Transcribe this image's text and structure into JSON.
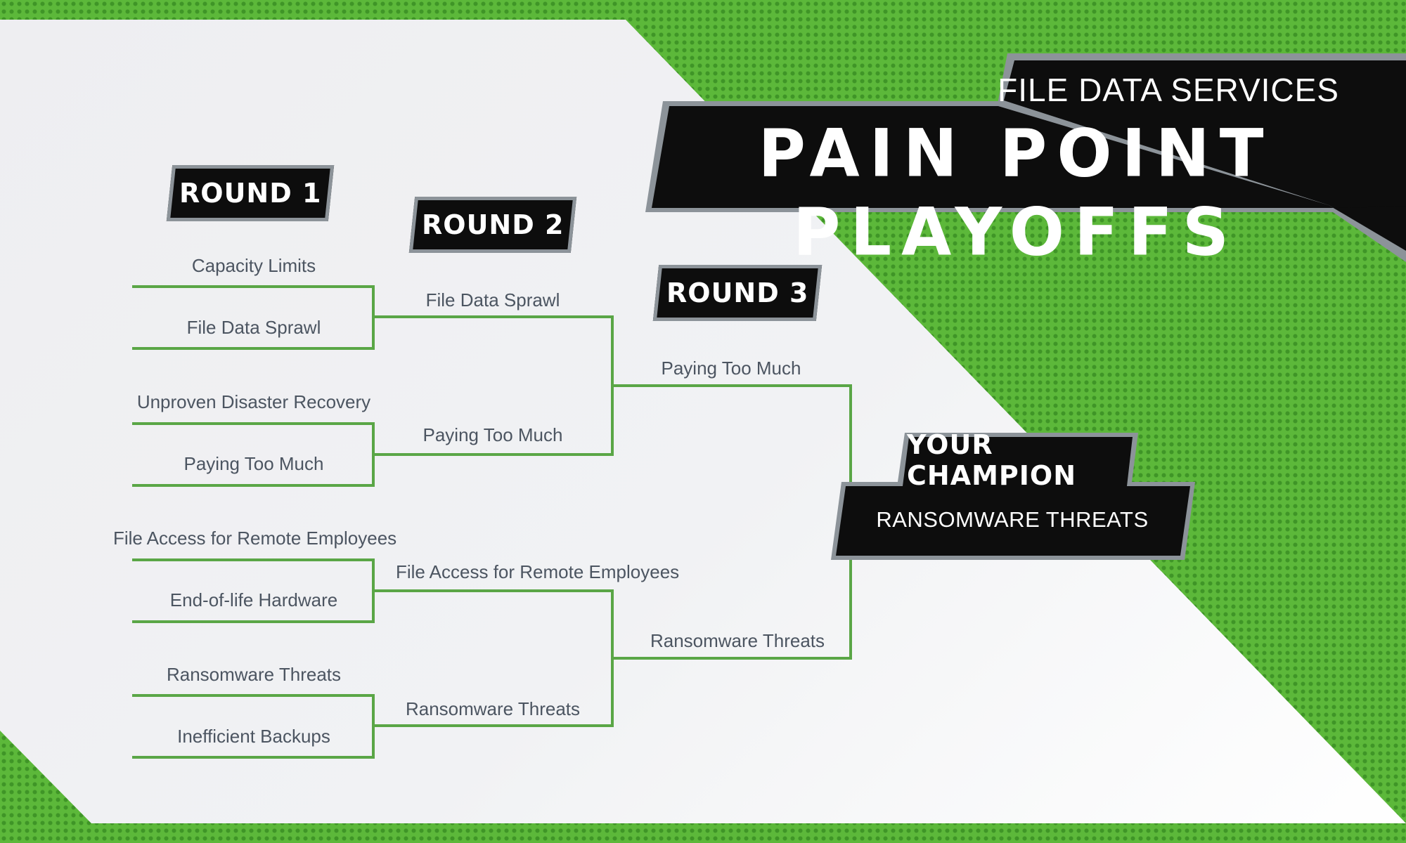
{
  "header": {
    "subtitle": "FILE DATA SERVICES",
    "title": "PAIN POINT PLAYOFFS"
  },
  "rounds": {
    "round1_label": "ROUND 1",
    "round2_label": "ROUND 2",
    "round3_label": "ROUND 3"
  },
  "round1": [
    "Capacity Limits",
    "File Data Sprawl",
    "Unproven Disaster Recovery",
    "Paying Too Much",
    "File Access for Remote Employees",
    "End-of-life Hardware",
    "Ransomware Threats",
    "Inefficient Backups"
  ],
  "round2": [
    "File Data Sprawl",
    "Paying Too Much",
    "File Access for Remote Employees",
    "Ransomware Threats"
  ],
  "round3": [
    "Paying Too Much",
    "Ransomware Threats"
  ],
  "champion": {
    "label": "YOUR CHAMPION",
    "value": "RANSOMWARE THREATS"
  },
  "colors": {
    "bracket_line": "#5aa646",
    "field_green": "#5cb83a",
    "label_bg": "#0d0d0d",
    "label_border": "#8c9399",
    "entry_text": "#4c5561"
  }
}
